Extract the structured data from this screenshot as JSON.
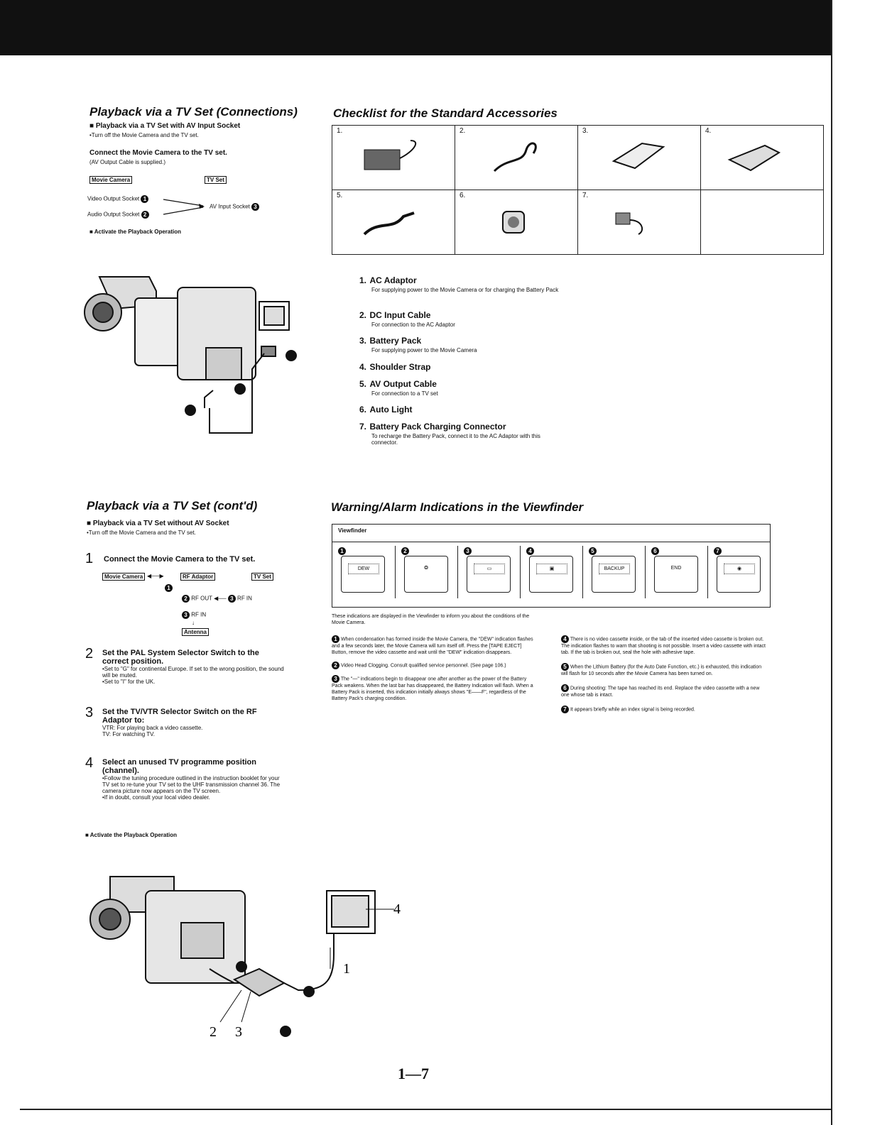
{
  "left_top": {
    "title": "Playback via a TV Set (Connections)",
    "subhead": "■ Playback via a TV Set with AV Input Socket",
    "turn_off": "•Turn off the Movie Camera and the TV set.",
    "connect": "Connect the Movie Camera to the TV set.",
    "cable_note": "(AV Output Cable is supplied.)",
    "movie_camera_label": "Movie Camera",
    "tv_set_label": "TV Set",
    "video_out": "Video Output Socket",
    "audio_out": "Audio Output Socket",
    "av_in": "AV Input Socket",
    "activate": "■ Activate the Playback Operation",
    "markers": [
      "1",
      "2",
      "3"
    ]
  },
  "checklist": {
    "title": "Checklist for the Standard Accessories",
    "cell_numbers": [
      "1.",
      "2.",
      "3.",
      "4.",
      "5.",
      "6.",
      "7."
    ],
    "items": [
      {
        "num": "1.",
        "name": "AC Adaptor",
        "desc": "For supplying power to the Movie Camera or for charging the Battery Pack"
      },
      {
        "num": "2.",
        "name": "DC Input Cable",
        "desc": "For connection to the AC Adaptor"
      },
      {
        "num": "3.",
        "name": "Battery Pack",
        "desc": "For supplying power to the Movie Camera"
      },
      {
        "num": "4.",
        "name": "Shoulder Strap",
        "desc": ""
      },
      {
        "num": "5.",
        "name": "AV Output Cable",
        "desc": "For connection to a TV set"
      },
      {
        "num": "6.",
        "name": "Auto Light",
        "desc": ""
      },
      {
        "num": "7.",
        "name": "Battery Pack Charging Connector",
        "desc": "To recharge the Battery Pack, connect it to the AC Adaptor with this connector."
      }
    ]
  },
  "left_bottom": {
    "title": "Playback via a TV Set (cont'd)",
    "subhead": "■ Playback via a TV Set without AV Socket",
    "turn_off": "•Turn off the Movie Camera and the TV set.",
    "step1_num": "1",
    "step1": "Connect the Movie Camera to the TV set.",
    "movie_camera_label": "Movie Camera",
    "rf_adaptor_label": "RF Adaptor",
    "tv_set_label": "TV Set",
    "antenna_label": "Antenna",
    "rf_out": "RF OUT",
    "rf_in_1": "RF IN",
    "rf_in_2": "RF IN",
    "step2_num": "2",
    "step2": "Set the PAL System Selector Switch to the correct position.",
    "step2_b1": "•Set to \"G\" for continental Europe. If set to the wrong position, the sound will be muted.",
    "step2_b2": "•Set to \"I\" for the UK.",
    "step3_num": "3",
    "step3": "Set the TV/VTR Selector Switch on the RF Adaptor to:",
    "step3_vtr": "VTR:   For playing back a video cassette.",
    "step3_tv": "TV:     For watching TV.",
    "step4_num": "4",
    "step4": "Select an unused TV programme position (channel).",
    "step4_b1": "•Follow the tuning procedure outlined in the instruction booklet for your TV set to re-tune your TV set to the UHF transmission channel 36. The camera picture now appears on the TV screen.",
    "step4_b2": "•If in doubt, consult your local video dealer.",
    "activate": "■ Activate the Playback Operation",
    "callouts": [
      "4",
      "1",
      "2",
      "3"
    ]
  },
  "warning": {
    "title": "Warning/Alarm Indications in the Viewfinder",
    "viewfinder_label": "Viewfinder",
    "indicators": [
      "DEW",
      "",
      "",
      "",
      "BACKUP",
      "END",
      ""
    ],
    "intro": "These indications are displayed in the Viewfinder to inform you about the conditions of the Movie Camera.",
    "notes": [
      {
        "n": "1",
        "text": "When condensation has formed inside the Movie Camera, the \"DEW\" indication flashes and a few seconds later, the Movie Camera will turn itself off. Press the [TAPE EJECT] Button, remove the video cassette and wait until the \"DEW\" indication disappears."
      },
      {
        "n": "2",
        "text": "Video Head Clogging. Consult qualified service personnel. (See page 106.)"
      },
      {
        "n": "3",
        "text": "The \"—\" indications begin to disappear one after another as the power of the Battery Pack weakens. When the last bar has disappeared, the Battery Indication will flash. When a Battery Pack is inserted, this indication initially always shows \"E——F\", regardless of the Battery Pack's charging condition."
      },
      {
        "n": "4",
        "text": "There is no video cassette inside, or the tab of the inserted video cassette is broken out. The indication flashes to warn that shooting is not possible. Insert a video cassette with intact tab. If the tab is broken out, seal the hole with adhesive tape."
      },
      {
        "n": "5",
        "text": "When the Lithium Battery (for the Auto Date Function, etc.) is exhausted, this indication will flash for 10 seconds after the Movie Camera has been turned on."
      },
      {
        "n": "6",
        "text": "During shooting: The tape has reached its end. Replace the video cassette with a new one whose tab is intact."
      },
      {
        "n": "7",
        "text": "It appears briefly while an index signal is being recorded."
      }
    ]
  },
  "page_number": "1—7"
}
